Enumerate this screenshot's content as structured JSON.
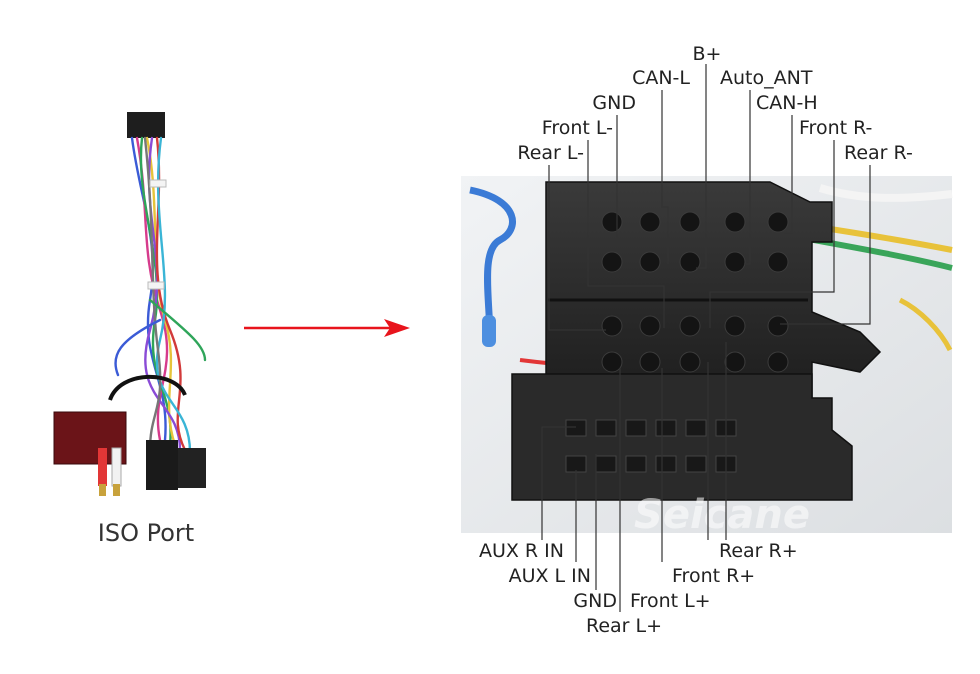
{
  "caption": "ISO Port",
  "watermark": "Seicane",
  "colors": {
    "arrow": "#e8141c",
    "leader": "#333333",
    "connector": "#262626"
  },
  "pin_labels_top": [
    "B+",
    "CAN-L",
    "Auto_ANT",
    "GND",
    "CAN-H",
    "Front L-",
    "Front R-",
    "Rear L-",
    "Rear R-"
  ],
  "pin_labels_bottom": [
    "AUX R IN",
    "Rear R+",
    "AUX L IN",
    "Front R+",
    "GND",
    "Front L+",
    "Rear L+"
  ]
}
